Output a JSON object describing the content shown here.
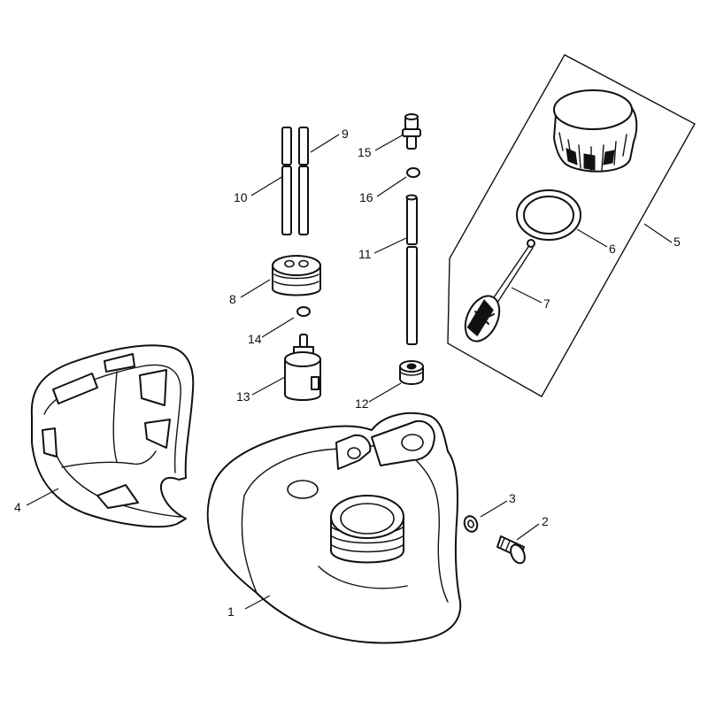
{
  "callouts": {
    "c1": "1",
    "c2": "2",
    "c3": "3",
    "c4": "4",
    "c5": "5",
    "c6": "6",
    "c7": "7",
    "c8": "8",
    "c9": "9",
    "c10": "10",
    "c11": "11",
    "c12": "12",
    "c13": "13",
    "c14": "14",
    "c15": "15",
    "c16": "16"
  },
  "colors": {
    "line": "#111111",
    "background": "#ffffff"
  }
}
